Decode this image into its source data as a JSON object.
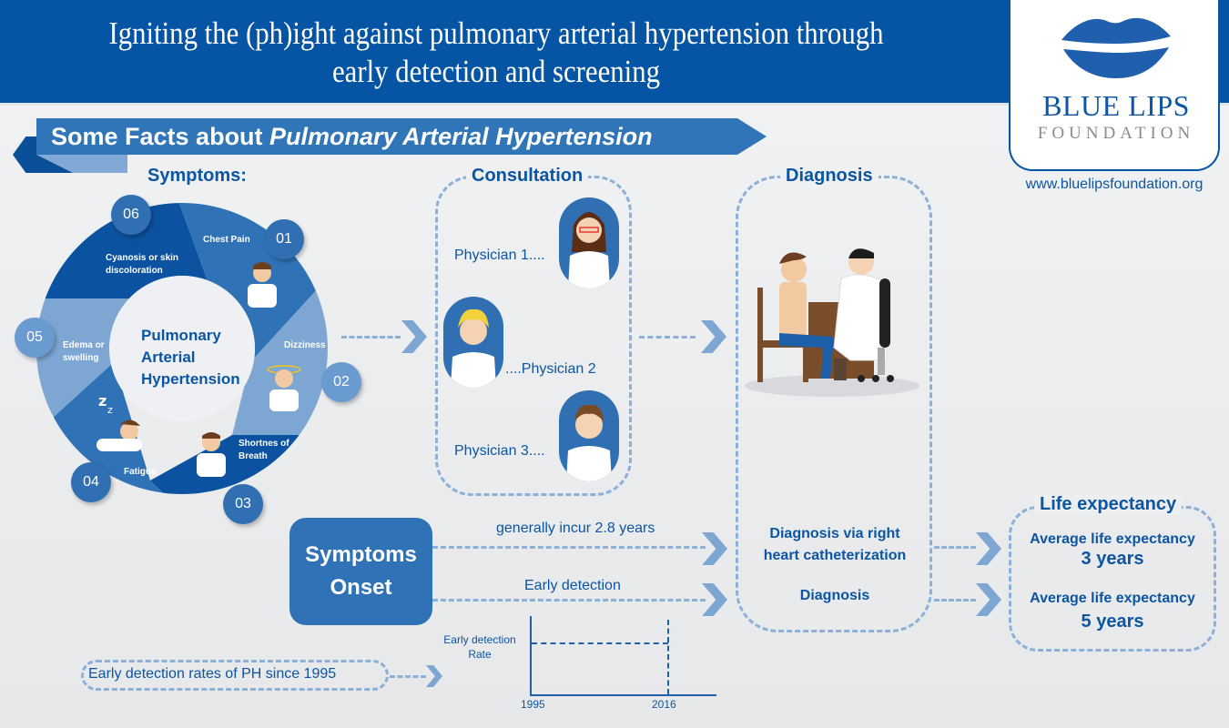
{
  "header": {
    "title_line1": "Igniting the (ph)ight against pulmonary arterial hypertension through",
    "title_line2": "early detection and screening"
  },
  "logo": {
    "icon": "blue-lips-kiss-icon",
    "brand_name": "BLUE LIPS",
    "brand_sub": "FOUNDATION",
    "url": "www.bluelipsfoundation.org"
  },
  "banner": {
    "text_plain": "Some Facts about ",
    "text_italic": "Pulmonary Arterial Hypertension"
  },
  "symptoms": {
    "title": "Symptoms:",
    "center_line1": "Pulmonary",
    "center_line2": "Arterial",
    "center_line3": "Hypertension",
    "items": [
      {
        "number": "01",
        "label": "Chest Pain",
        "icon": "chest-pain-person-icon"
      },
      {
        "number": "02",
        "label": "Dizziness",
        "icon": "dizzy-person-icon"
      },
      {
        "number": "03",
        "label_line1": "Shortnes of",
        "label_line2": "Breath",
        "icon": "breathless-person-icon"
      },
      {
        "number": "04",
        "label": "Fatigue",
        "icon": "sleeping-person-icon"
      },
      {
        "number": "05",
        "label_line1": "Edema or",
        "label_line2": "swelling"
      },
      {
        "number": "06",
        "label_line1": "Cyanosis or skin",
        "label_line2": "discoloration"
      }
    ],
    "colors": {
      "dark": "#0b52a0",
      "mid": "#2f73b6",
      "light": "#7ea6d3"
    }
  },
  "consultation": {
    "title": "Consultation",
    "physicians": [
      {
        "label": "Physician 1....",
        "icon": "female-doctor-avatar-icon"
      },
      {
        "label": "....Physician 2",
        "icon": "blonde-doctor-avatar-icon"
      },
      {
        "label": "Physician 3....",
        "icon": "male-doctor-avatar-icon"
      }
    ]
  },
  "diagnosis": {
    "title": "Diagnosis",
    "illustration": "doctor-examining-patient-icon",
    "line1_a": "Diagnosis via right",
    "line1_b": "heart catheterization",
    "line2": "Diagnosis"
  },
  "onset": {
    "line1": "Symptoms",
    "line2": "Onset",
    "path_late_label": "generally incur 2.8 years",
    "path_early_label": "Early detection"
  },
  "life": {
    "title": "Life expectancy",
    "late_label": "Average life expectancy",
    "late_value": "3 years",
    "early_label": "Average life expectancy",
    "early_value": "5 years"
  },
  "early_rates": {
    "label": "Early detection rates of PH since 1995",
    "chart_ylabel_line1": "Early detection",
    "chart_ylabel_line2": "Rate",
    "x_start": "1995",
    "x_end": "2016"
  },
  "colors": {
    "header_blue": "#0655a5",
    "accent_blue": "#2f73b6",
    "dash_blue": "#8db0d8",
    "text_blue": "#0b55a3"
  }
}
